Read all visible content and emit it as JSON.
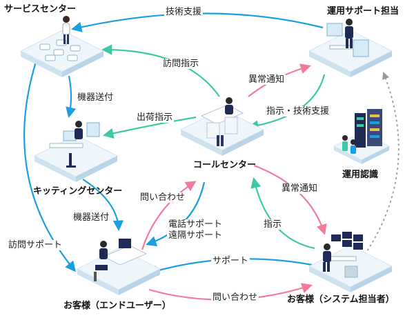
{
  "nodes": {
    "service_center": "サービスセンター",
    "ops_support": "運用サポート担当",
    "call_center": "コールセンター",
    "kitting_center": "キッティングセンター",
    "ops_recognition": "運用認識",
    "customer_end": "お客様（エンドユーザー）",
    "customer_sys": "お客様（システム担当者）"
  },
  "edges": {
    "tech_support": "技術支援",
    "visit_instruction": "訪問指示",
    "anomaly_notice_top": "異常通知",
    "device_ship_top": "機器送付",
    "ship_instruction": "出荷指示",
    "instruction_tech": "指示・技術支援",
    "anomaly_notice_right": "異常通知",
    "inquiry_left": "問い合わせ",
    "device_ship_bottom": "機器送付",
    "phone_remote": "電話サポート\n遠隔サポート",
    "instruction_right": "指示",
    "visit_support": "訪問サポート",
    "support": "サポート",
    "inquiry_bottom": "問い合わせ"
  },
  "colors": {
    "blue": "#1a9fe0",
    "green": "#3ec9a6",
    "pink": "#f27a9a",
    "gray": "#9a9a9a",
    "platform_top": "#eef6fb",
    "platform_side": "#cfe3ef",
    "navy": "#1f2a55"
  }
}
